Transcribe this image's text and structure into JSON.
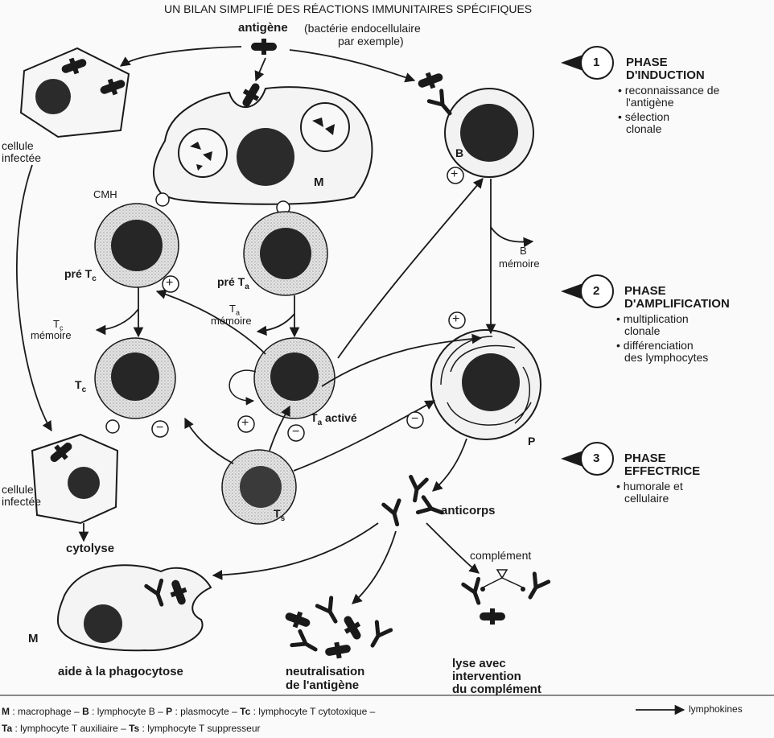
{
  "title": "UN BILAN SIMPLIFIÉ DES RÉACTIONS IMMUNITAIRES SPÉCIFIQUES",
  "antigen": {
    "label": "antigène",
    "note_line1": "(bactérie endocellulaire",
    "note_line2": "par exemple)"
  },
  "cells": {
    "infected_top_line1": "cellule",
    "infected_top_line2": "infectée",
    "infected_bottom_line1": "cellule",
    "infected_bottom_line2": "infectée",
    "macrophage": "M",
    "cmh": "CMH",
    "b": "B",
    "pre_tc_prefix": "pré T",
    "pre_tc_sub": "c",
    "pre_ta_prefix": "pré T",
    "pre_ta_sub": "a",
    "tc_mem_letter": "T",
    "tc_mem_sub": "c",
    "tc_mem_word": "mémoire",
    "ta_mem_letter": "T",
    "ta_mem_sub": "a",
    "ta_mem_word": "mémoire",
    "b_mem_letter": "B",
    "b_mem_word": "mémoire",
    "tc_letter": "T",
    "tc_sub": "c",
    "ta_active_letter": "T",
    "ta_active_sub": "a",
    "ta_active_word": "activé",
    "ts_letter": "T",
    "ts_sub": "s",
    "p": "P",
    "macrophage_bottom": "M"
  },
  "signs": {
    "plus": "+",
    "minus": "−"
  },
  "phases": [
    {
      "number": "1",
      "title_line1": "PHASE",
      "title_line2": "D'INDUCTION",
      "items": [
        [
          "reconnaissance de",
          "l'antigène"
        ],
        [
          "sélection",
          "clonale"
        ]
      ]
    },
    {
      "number": "2",
      "title_line1": "PHASE",
      "title_line2": "D'AMPLIFICATION",
      "items": [
        [
          "multiplication",
          "clonale"
        ],
        [
          "différenciation",
          "des lymphocytes"
        ]
      ]
    },
    {
      "number": "3",
      "title_line1": "PHASE",
      "title_line2": "EFFECTRICE",
      "items": [
        [
          "humorale et",
          "cellulaire"
        ]
      ]
    }
  ],
  "bullet": "•",
  "effects": {
    "anticorps": "anticorps",
    "cytolyse": "cytolyse",
    "complement": "complément",
    "phago_label": "aide à la phagocytose",
    "neutral_line1": "neutralisation",
    "neutral_line2": "de l'antigène",
    "lyse_line1": "lyse avec",
    "lyse_line2": "intervention",
    "lyse_line3": "du complément"
  },
  "legend": {
    "line1": [
      {
        "abbr": "M",
        "desc": " : macrophage  –  "
      },
      {
        "abbr": "B",
        "desc": " : lymphocyte B  –  "
      },
      {
        "abbr": "P",
        "desc": " : plasmocyte  –  "
      },
      {
        "abbr": "Tc",
        "desc": " : lymphocyte T cytotoxique  –"
      }
    ],
    "line2": [
      {
        "abbr": "Ta",
        "desc": " : lymphocyte T auxiliaire  –  "
      },
      {
        "abbr": "Ts",
        "desc": " : lymphocyte T suppresseur"
      }
    ],
    "lymphokines": "lymphokines"
  }
}
